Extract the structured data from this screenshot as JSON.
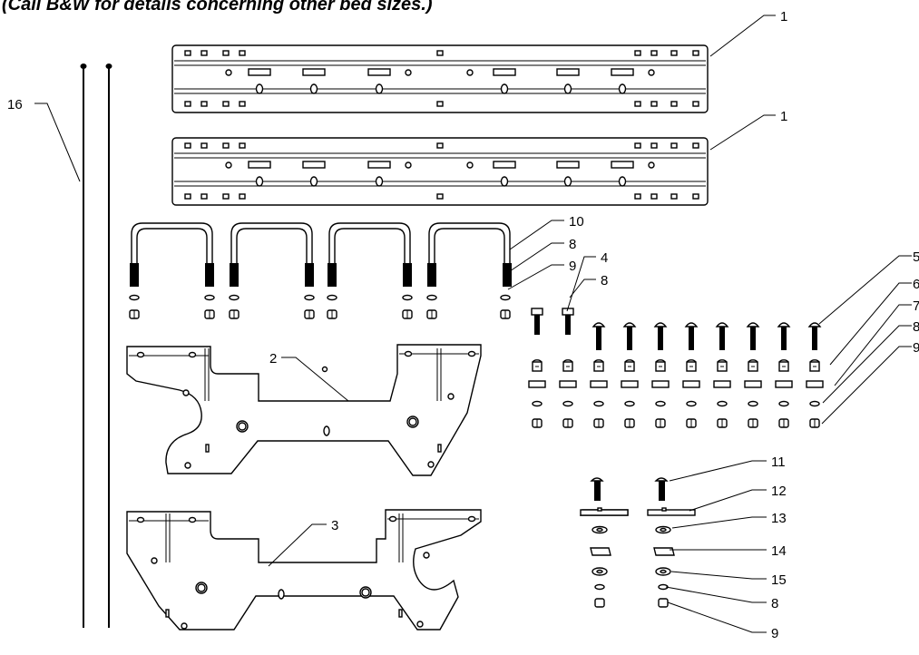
{
  "diagram": {
    "heading": "(Call B&W for details concerning other bed sizes.)",
    "callouts": [
      {
        "id": "c1a",
        "label": "1"
      },
      {
        "id": "c1b",
        "label": "1"
      },
      {
        "id": "c16",
        "label": "16"
      },
      {
        "id": "c10",
        "label": "10"
      },
      {
        "id": "c8a",
        "label": "8"
      },
      {
        "id": "c9a",
        "label": "9"
      },
      {
        "id": "c4",
        "label": "4"
      },
      {
        "id": "c8b",
        "label": "8"
      },
      {
        "id": "c5",
        "label": "5"
      },
      {
        "id": "c6",
        "label": "6"
      },
      {
        "id": "c7",
        "label": "7"
      },
      {
        "id": "c8c",
        "label": "8"
      },
      {
        "id": "c9b",
        "label": "9"
      },
      {
        "id": "c2",
        "label": "2"
      },
      {
        "id": "c3",
        "label": "3"
      },
      {
        "id": "c11",
        "label": "11"
      },
      {
        "id": "c12",
        "label": "12"
      },
      {
        "id": "c13",
        "label": "13"
      },
      {
        "id": "c14",
        "label": "14"
      },
      {
        "id": "c15",
        "label": "15"
      },
      {
        "id": "c8d",
        "label": "8"
      },
      {
        "id": "c9c",
        "label": "9"
      }
    ]
  }
}
